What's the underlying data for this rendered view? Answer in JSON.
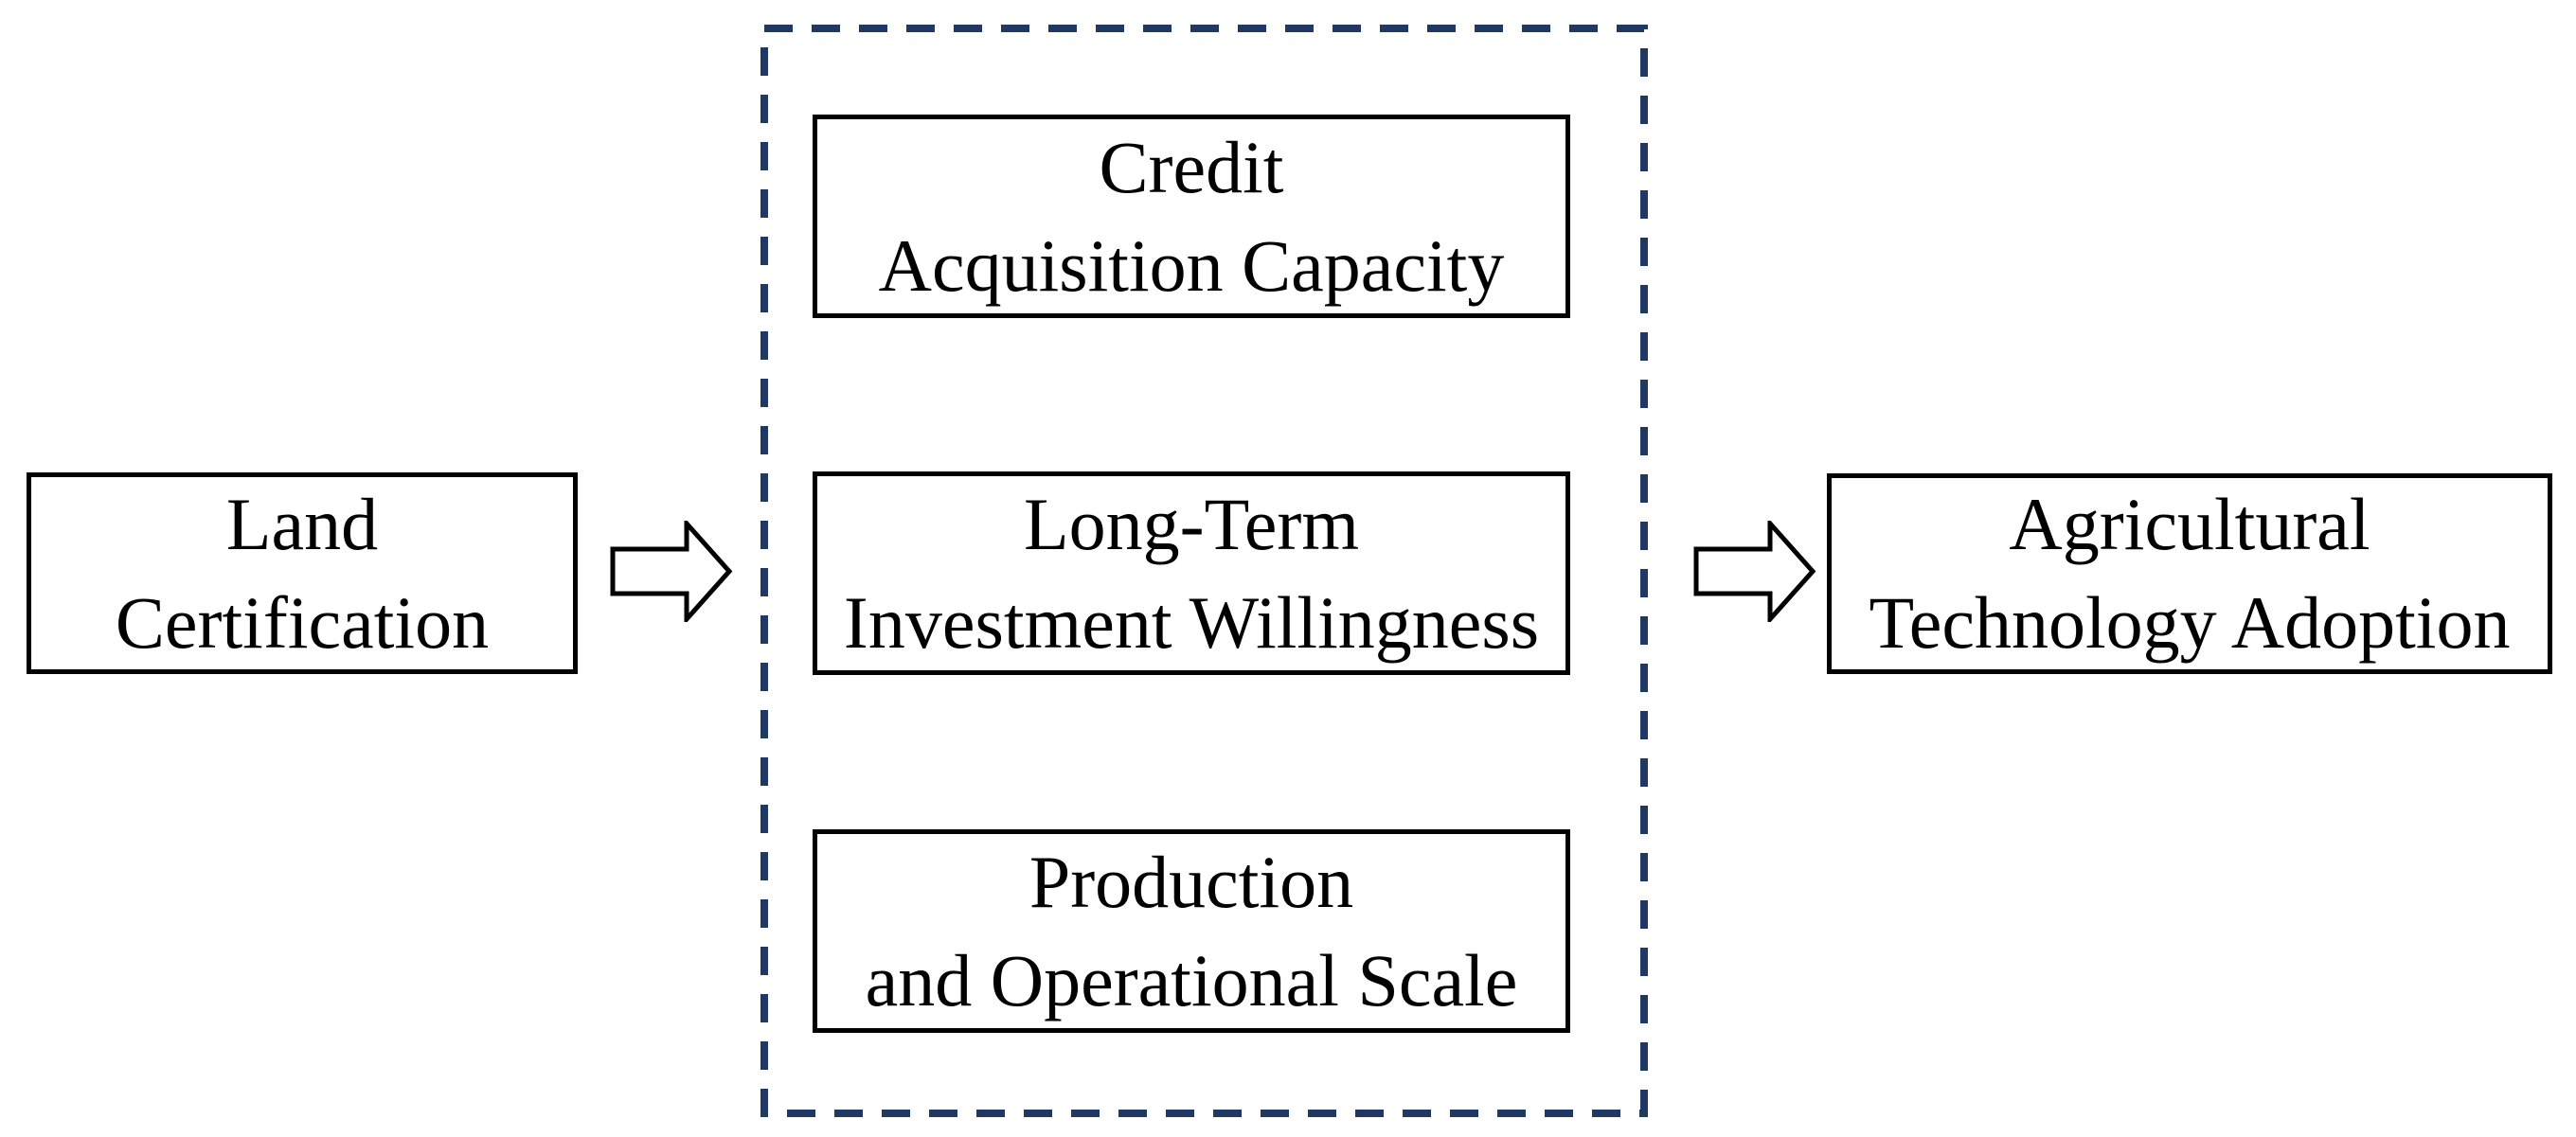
{
  "diagram": {
    "background": "#FFFFFF",
    "colors": {
      "node_border": "#000000",
      "node_fill": "#FFFFFF",
      "text": "#000000",
      "dashed_frame": "#203864",
      "arrow_outline": "#000000",
      "arrow_fill": "#FFFFFF"
    },
    "nodes": {
      "land_certification": {
        "label": "Land\nCertification"
      },
      "credit_acquisition": {
        "label": "Credit\nAcquisition Capacity"
      },
      "long_term_investment": {
        "label": "Long-Term\nInvestment Willingness"
      },
      "production_scale": {
        "label": "Production\nand Operational Scale"
      },
      "technology_adoption": {
        "label": "Agricultural\nTechnology Adoption"
      }
    },
    "groups": {
      "mediators": {
        "style": "dashed-rectangle",
        "members": [
          "credit_acquisition",
          "long_term_investment",
          "production_scale"
        ]
      }
    },
    "connectors": [
      {
        "type": "block-arrow",
        "direction": "right",
        "from": "land_certification",
        "to": "mediators"
      },
      {
        "type": "block-arrow",
        "direction": "right",
        "from": "mediators",
        "to": "technology_adoption"
      }
    ]
  }
}
